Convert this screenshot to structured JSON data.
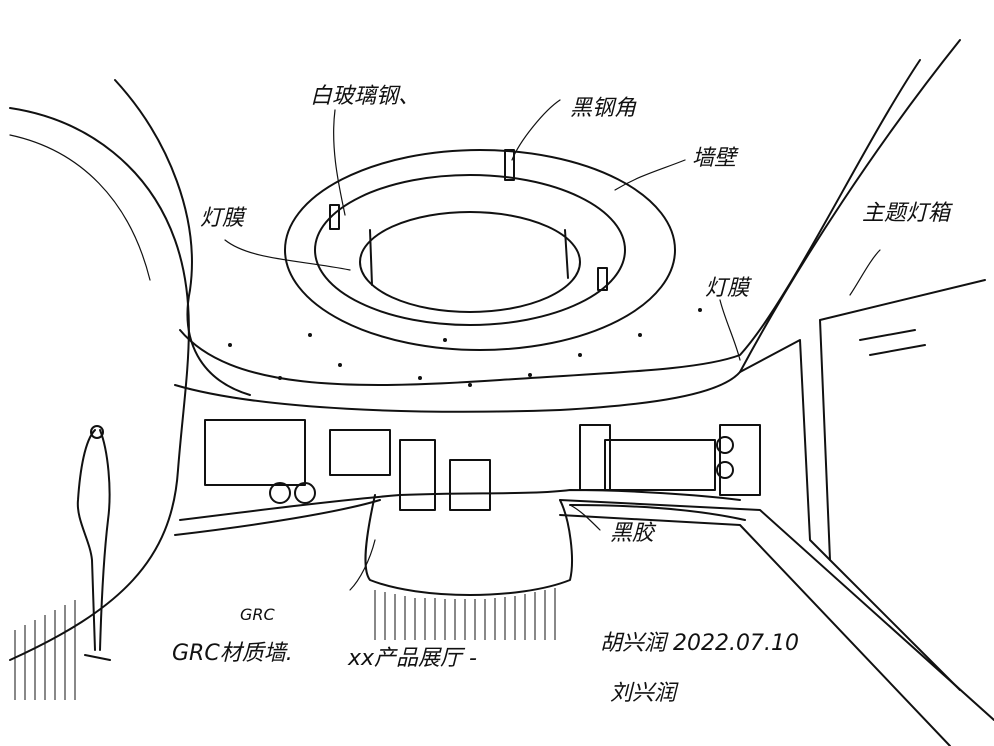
{
  "drawing": {
    "colors": {
      "ink": "#111111",
      "paper": "#ffffff"
    },
    "annotations": {
      "white_glass_steel": "白玻璃钢、",
      "black_steel_frame": "黑钢角",
      "wall_paint": "墙壁",
      "light_film_left": "灯膜",
      "light_film_right": "灯膜",
      "theme_lightbox": "主题灯箱",
      "black_base": "黑胶",
      "grc_small": "GRC",
      "grc_wall": "GRC材质墙.",
      "title": "xx产品展厅 -",
      "author_date": "胡兴润 2022.07.10",
      "signature": "刘兴润"
    }
  }
}
